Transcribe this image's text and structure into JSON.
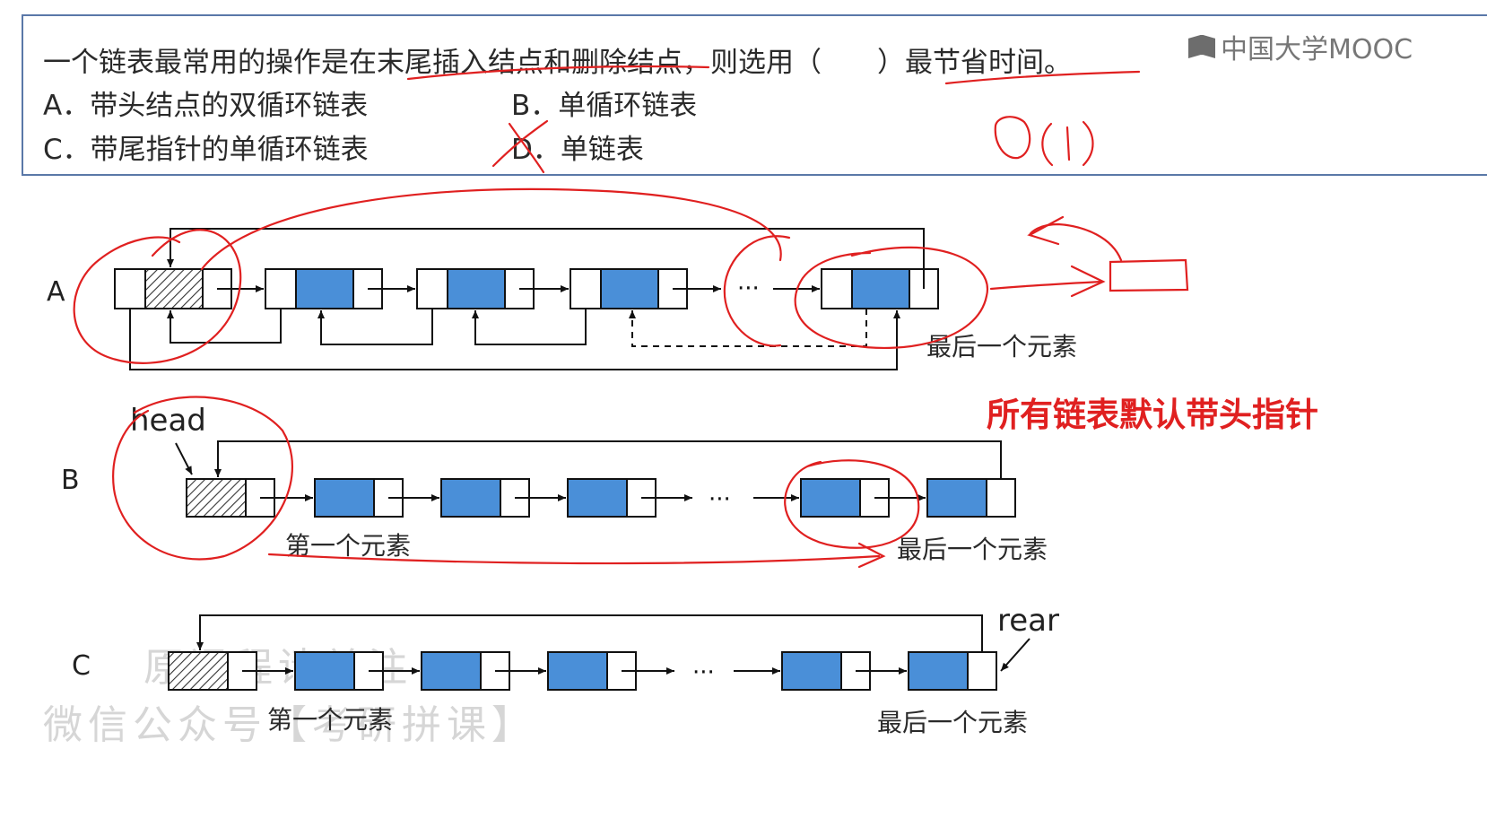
{
  "question": {
    "stem": "一个链表最常用的操作是在末尾插入结点和删除结点，则选用（　　）最节省时间。",
    "options": {
      "a": "A．带头结点的双循环链表",
      "b": "B．单循环链表",
      "c": "C．带尾指针的单循环链表",
      "d": "D．单链表"
    }
  },
  "logo": {
    "text": "中国大学MOOC"
  },
  "handwriting": {
    "complexity": "O(1)"
  },
  "note": {
    "text": "所有链表默认带头指针",
    "color": "#e02020"
  },
  "diagrams": {
    "a": {
      "label": "A",
      "last": "最后一个元素",
      "ellipsis": "···"
    },
    "b": {
      "label": "B",
      "head": "head",
      "first": "第一个元素",
      "last": "最后一个元素",
      "ellipsis": "···"
    },
    "c": {
      "label": "C",
      "rear": "rear",
      "first": "第一个元素",
      "last": "最后一个元素",
      "ellipsis": "···"
    }
  },
  "watermark": {
    "line1": "原课程请关注",
    "line2": "微信公众号【考研拼课】"
  },
  "colors": {
    "node_fill": "#4a8fd8",
    "annotation": "#e02020",
    "box_border": "#5a78a8"
  }
}
